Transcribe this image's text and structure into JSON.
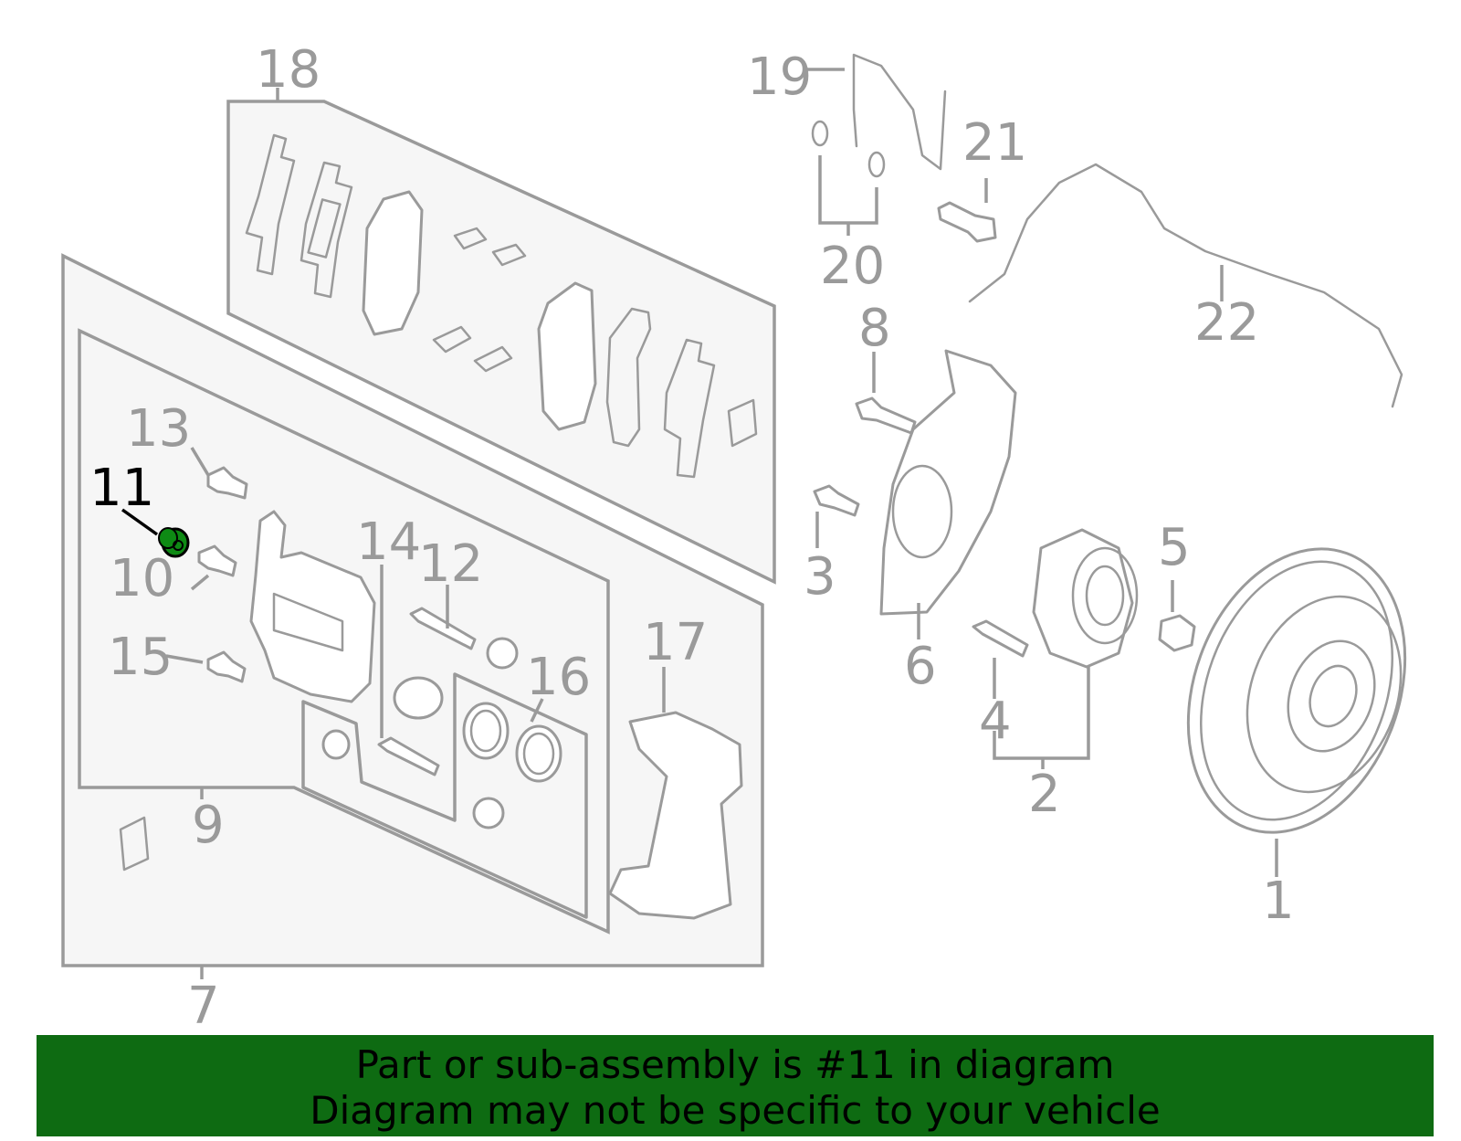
{
  "diagram": {
    "callouts": {
      "c1": "1",
      "c2": "2",
      "c3": "3",
      "c4": "4",
      "c5": "5",
      "c6": "6",
      "c7": "7",
      "c8": "8",
      "c9": "9",
      "c10": "10",
      "c11": "11",
      "c12": "12",
      "c13": "13",
      "c14": "14",
      "c15": "15",
      "c16": "16",
      "c17": "17",
      "c18": "18",
      "c19": "19",
      "c20": "20",
      "c21": "21",
      "c22": "22"
    },
    "highlighted_part": "11",
    "colors": {
      "line": "#9a9a9a",
      "highlight": "#0e8a14",
      "banner": "#0e6b12",
      "panel": "#f6f6f6"
    }
  },
  "banner": {
    "line1": "Part or sub-assembly is #11 in diagram",
    "line2": "Diagram may not be specific to your vehicle"
  }
}
